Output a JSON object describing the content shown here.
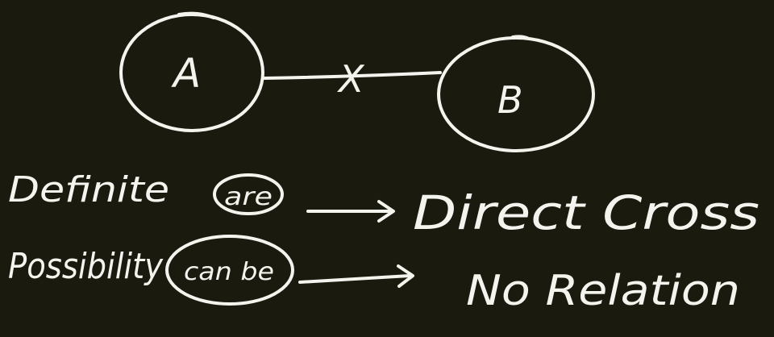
{
  "canvas": {
    "background": "#1b1a0f",
    "ink_color": "#f4f4ee"
  },
  "diagram": {
    "node_a": {
      "label": "A"
    },
    "node_b": {
      "label": "B"
    },
    "edge_mark": "X"
  },
  "rules": [
    {
      "condition": "Definite",
      "circled": "are",
      "result": "Direct Cross"
    },
    {
      "condition": "Possibility",
      "circled": "can be",
      "result": "No Relation"
    }
  ]
}
